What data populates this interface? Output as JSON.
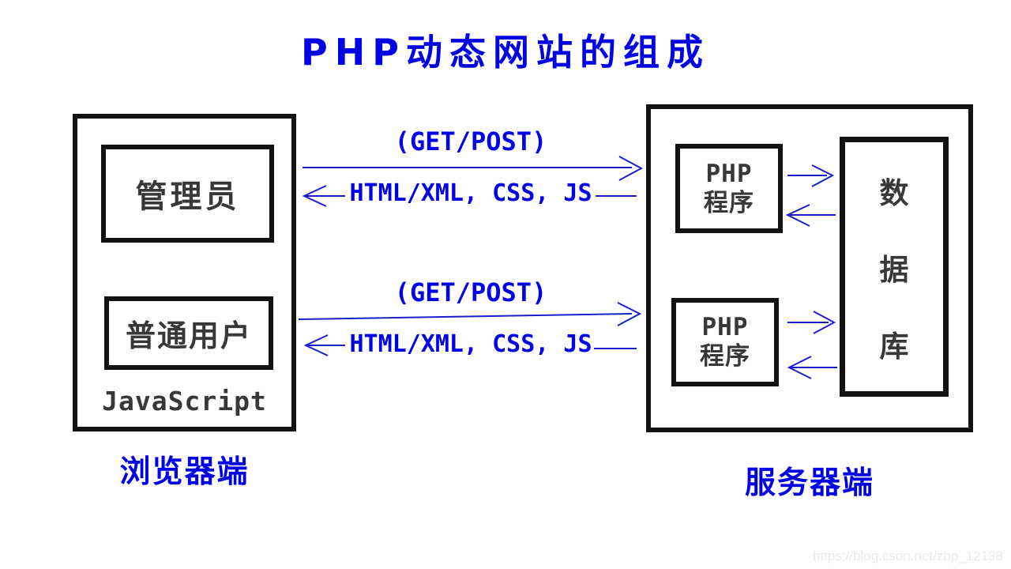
{
  "title": "PHP动态网站的组成",
  "colors": {
    "accent": "#0101e6",
    "arrow": "#1d1dcc",
    "border": "#121212",
    "box_text": "#383838",
    "watermark": "#eaeaea"
  },
  "browser": {
    "caption": "浏览器端",
    "admin_label": "管理员",
    "user_label": "普通用户",
    "script_label": "JavaScript"
  },
  "server": {
    "caption": "服务器端",
    "php_top": {
      "line1": "PHP",
      "line2": "程序"
    },
    "php_bottom": {
      "line1": "PHP",
      "line2": "程序"
    },
    "database": {
      "chars": [
        "数",
        "据",
        "库"
      ]
    }
  },
  "links": {
    "top": {
      "request": "(GET/POST)",
      "response": "HTML/XML, CSS, JS"
    },
    "bottom": {
      "request": "(GET/POST)",
      "response": "HTML/XML, CSS, JS"
    }
  },
  "watermark": "https://blog.csdn.net/zbp_12138"
}
